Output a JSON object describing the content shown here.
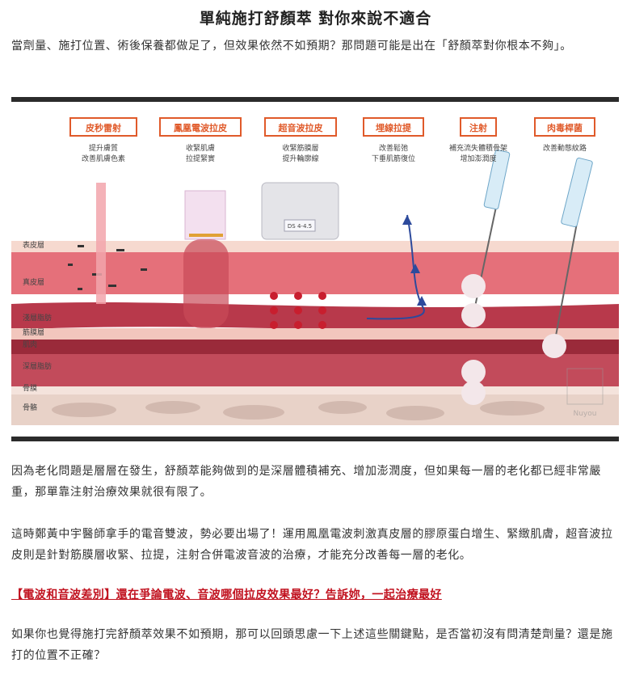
{
  "title": "單純施打舒顏萃 對你來說不適合",
  "paragraphs": {
    "p1": "當劑量、施打位置、術後保養都做足了，但效果依然不如預期？那問題可能是出在「舒顏萃對你根本不夠」。",
    "p2": "因為老化問題是層層在發生，舒顏萃能夠做到的是深層體積補充、增加澎潤度，但如果每一層的老化都已經非常嚴重，那單靠注射治療效果就很有限了。",
    "p3": "這時鄭黃中宇醫師拿手的電音雙波，勢必要出場了！運用鳳凰電波刺激真皮層的膠原蛋白增生、緊緻肌膚，超音波拉皮則是針對筋膜層收緊、拉提，注射合併電波音波的治療，才能充分改善每一層的老化。",
    "p4": "如果你也覺得施打完舒顏萃效果不如預期，那可以回頭思慮一下上述這些關鍵點，是否當初沒有問清楚劑量？還是施打的位置不正確？"
  },
  "link": {
    "text": "【電波和音波差別】還在爭論電波、音波哪個拉皮效果最好？告訴妳，一起治療最好"
  },
  "figure": {
    "treatments": [
      {
        "name": "皮秒雷射",
        "desc1": "提升膚質",
        "desc2": "改善肌膚色素"
      },
      {
        "name": "鳳凰電波拉皮",
        "desc1": "收緊肌膚",
        "desc2": "拉提緊實"
      },
      {
        "name": "超音波拉皮",
        "desc1": "收緊筋膜層",
        "desc2": "提升輪廓線"
      },
      {
        "name": "埋線拉提",
        "desc1": "改善鬆弛",
        "desc2": "下垂肌筋復位"
      },
      {
        "name": "注射",
        "desc1": "補充流失體積骨架",
        "desc2": "增加澎潤度"
      },
      {
        "name": "肉毒桿菌",
        "desc1": "改善動態紋路",
        "desc2": ""
      }
    ],
    "layers": {
      "epidermis": "表皮層",
      "dermis": "真皮層",
      "shallow_fat": "淺層脂肪",
      "fascia": "筋膜層",
      "muscle": "肌肉",
      "deep_fat": "深層脂肪",
      "periosteum": "骨膜",
      "bone": "骨骼"
    },
    "device_label": "DS 4-4.5",
    "watermark": "Nuyou",
    "colors": {
      "accent": "#e05a2a",
      "epidermis": "#f6d9cf",
      "dermis": "#e5707a",
      "fat": "#b8394b",
      "muscle": "#9a2a3a",
      "bone": "#e8d2c8"
    }
  }
}
